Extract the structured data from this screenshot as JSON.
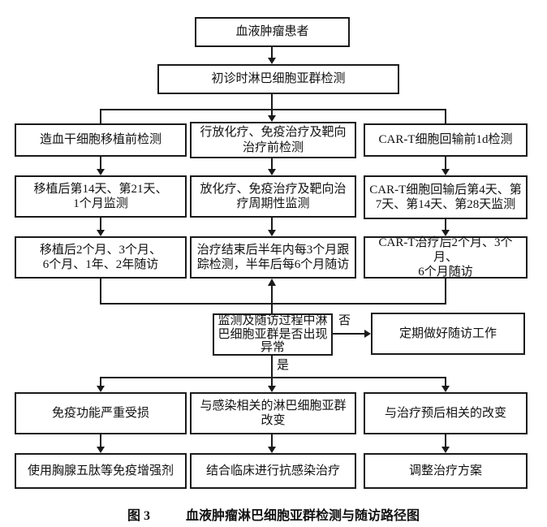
{
  "nodes": {
    "patient": "血液肿瘤患者",
    "initial_test": "初诊时淋巴细胞亚群检测",
    "hsct_pre": "造血干细胞移植前检测",
    "hsct_monitor": "移植后第14天、第21天、\n1个月监测",
    "hsct_followup": "移植后2个月、3个月、\n6个月、1年、2年随访",
    "chemo_pre": "行放化疗、免疫治疗及靶向\n治疗前检测",
    "chemo_monitor": "放化疗、免疫治疗及靶向治\n疗周期性监测",
    "chemo_followup": "治疗结束后半年内每3个月跟\n踪检测，半年后每6个月随访",
    "cart_pre": "CAR-T细胞回输前1d检测",
    "cart_monitor": "CAR-T细胞回输后第4天、第\n7天、第14天、第28天监测",
    "cart_followup": "CAR-T治疗后2个月、3个月、\n6个月随访",
    "decision": "监测及随访过程中淋\n巴细胞亚群是否出现\n异常",
    "regular_followup": "定期做好随访工作",
    "immune_damage": "免疫功能严重受损",
    "immune_treatment": "使用胸腺五肽等免疫增强剂",
    "infection_change": "与感染相关的淋巴细胞亚群\n改变",
    "infection_treatment": "结合临床进行抗感染治疗",
    "prognosis_change": "与治疗预后相关的改变",
    "adjust_treatment": "调整治疗方案"
  },
  "labels": {
    "no": "否",
    "yes": "是"
  },
  "caption": {
    "figure_number": "图 3",
    "title": "血液肿瘤淋巴细胞亚群检测与随访路径图"
  },
  "colors": {
    "line": "#1a1a1a",
    "box_border": "#1a1a1a",
    "text": "#111111",
    "background": "#ffffff"
  }
}
